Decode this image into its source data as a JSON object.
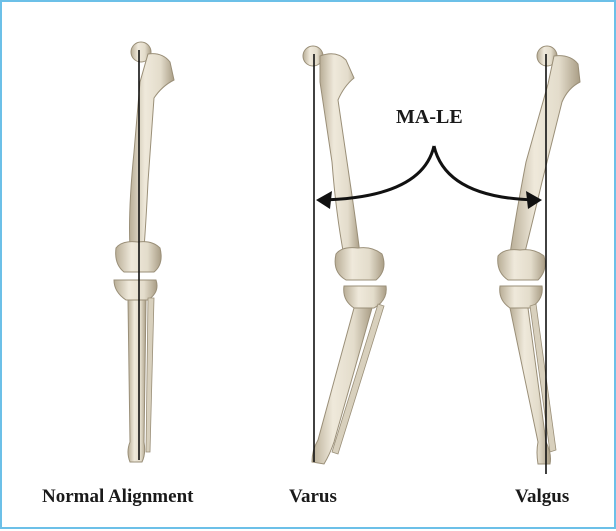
{
  "annotation": {
    "label": "MA-LE"
  },
  "captions": {
    "normal": "Normal Alignment",
    "varus": "Varus",
    "valgus": "Valgus"
  },
  "colors": {
    "border": "#6cc0e8",
    "bone": "#e3dccb",
    "bone_shade": "#b9ae97",
    "line": "#111111"
  }
}
